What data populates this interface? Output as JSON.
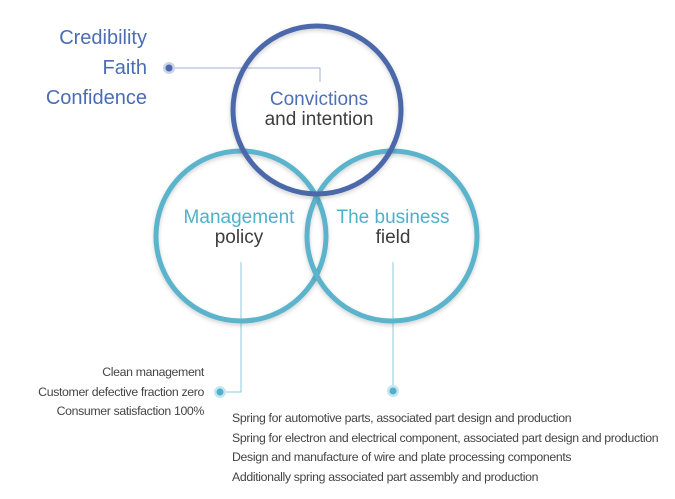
{
  "colors": {
    "top_circle": "#4c68aa",
    "side_circles": "#5cb4cc",
    "value_text": "#4a6db3",
    "dark_text": "#3d3d3d"
  },
  "values": [
    "Credibility",
    "Faith",
    "Confidence"
  ],
  "circles": {
    "top": {
      "title": "Convictions",
      "subtitle": "and intention"
    },
    "left": {
      "title": "Management",
      "subtitle": "policy"
    },
    "right": {
      "title": "The business",
      "subtitle": "field"
    }
  },
  "policy_items": [
    "Clean management",
    "Customer defective fraction zero",
    "Consumer satisfaction 100%"
  ],
  "business_items": [
    "Spring for automotive parts, associated part design and production",
    "Spring for electron and electrical component, associated part design and production",
    "Design and manufacture of wire and plate processing components",
    "Additionally spring associated part assembly and production"
  ]
}
